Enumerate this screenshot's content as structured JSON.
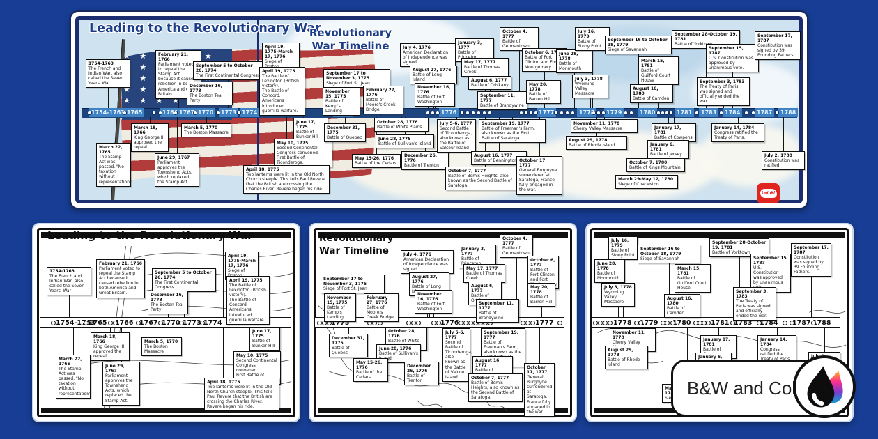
{
  "titles": {
    "pre": "Leading to the Revolutionary War",
    "war_line1": "Revolutionary",
    "war_line2": "War Timeline"
  },
  "badge": {
    "label": "B&W and Color"
  },
  "brand": {
    "name": "twinkl",
    "color": "#e0251f"
  },
  "icons": {
    "drop": "ink-drop-bw-and-cmyk"
  },
  "colors": {
    "background": "#173d94",
    "frame_navy": "#1b2d6e",
    "sky": "#cfe2ef",
    "bar_dark": "#1c447f",
    "bar_light": "#3f82c4",
    "flag_red": "#b23b3b",
    "flag_cream": "#f1ece2",
    "canton_blue": "#27457c",
    "logo_red": "#e0251f"
  },
  "years": {
    "pre": [
      "1754-1763",
      "1765",
      "1766",
      "1767",
      "1770",
      "1773",
      "1774"
    ],
    "war": [
      "1775",
      "1776",
      "1777",
      "1778",
      "1779",
      "1780",
      "1781",
      "1783",
      "1784",
      "1787",
      "1788"
    ]
  },
  "stars": "★ ★ ★ ★ ★ ★\n★ ★ ★ ★ ★\n★ ★ ★ ★ ★ ★\n★ ★ ★ ★ ★\n★ ★ ★ ★ ★ ★",
  "events": {
    "fi": {
      "d": "1754-1763",
      "t": "The French and Indian War, also called the Seven Years' War"
    },
    "stamp_repeal_vote": {
      "d": "February 21, 1766",
      "t": "Parliament voted to repeal the Stamp Act because it caused rebellion in both America and Great Britain."
    },
    "congress1": {
      "d": "September 5 to October 26, 1774",
      "t": "The First Continental Congress"
    },
    "tea_party": {
      "d": "December 16, 1773",
      "t": "The Boston Tea Party"
    },
    "stamp_passed": {
      "d": "March 22, 1765",
      "t": "The Stamp Act was passed. \"No taxation without representation\""
    },
    "repeal_approved": {
      "d": "March 18, 1766",
      "t": "King George III approved the repeal."
    },
    "townshend": {
      "d": "June 29, 1767",
      "t": "Parliament approves the Townshend Acts, which replaced the Stamp Act."
    },
    "massacre": {
      "d": "March 5, 1770",
      "t": "The Boston Massacre"
    },
    "siege_boston": {
      "d": "April 19, 1775-March 17, 1776",
      "t": "Siege of Boston"
    },
    "lexington": {
      "d": "April 19, 1775",
      "t": "The Battle of Lexington (British victory).\nThe Battle of Concord. Americans introduced guerrilla warfare."
    },
    "fort_st_jean": {
      "d": "September 17 to November 3, 1775",
      "t": "Siege of Fort St. Jean"
    },
    "kemps": {
      "d": "November 15, 1775",
      "t": "Battle of Kemp's Landing"
    },
    "moores_creek": {
      "d": "February 27, 1776",
      "t": "Battle of Moore's Creek Bridge"
    },
    "declaration": {
      "d": "July 4, 1776",
      "t": "American Declaration of Independence was signed."
    },
    "long_island": {
      "d": "August 27, 1776",
      "t": "Battle of Long Island"
    },
    "fort_washington": {
      "d": "November 16, 1776",
      "t": "Battle of Fort Washington"
    },
    "princeton": {
      "d": "January 3, 1777",
      "t": "Battle of Princeton"
    },
    "thomas_creek": {
      "d": "May 17, 1777",
      "t": "Battle of Thomas Creek"
    },
    "oriskany": {
      "d": "August 6, 1777",
      "t": "Battle of Oriskany"
    },
    "brandywine": {
      "d": "September 11, 1777",
      "t": "Battle of Brandywine"
    },
    "germantown": {
      "d": "October 4, 1777",
      "t": "Battle of Germantown"
    },
    "fort_clinton": {
      "d": "October 6, 1777",
      "t": "Battle of Fort Clinton and Fort Montgomery"
    },
    "barren_hill": {
      "d": "May 20, 1778",
      "t": "Battle of Barren Hill"
    },
    "monmouth": {
      "d": "June 28, 1778",
      "t": "Battle of Monmouth"
    },
    "wyoming": {
      "d": "July 3, 1778",
      "t": "Wyoming Valley Massacre"
    },
    "stony_point": {
      "d": "July 16, 1779",
      "t": "Battle of Stony Point"
    },
    "savannah": {
      "d": "September 16 to October 18, 1779",
      "t": "Siege of Savannah"
    },
    "guilford": {
      "d": "March 15, 1781",
      "t": "Battle of Guilford Court House"
    },
    "camden": {
      "d": "August 16, 1780",
      "t": "Battle of Camden"
    },
    "yorktown": {
      "d": "September 28-October 19, 1781",
      "t": "Battle of Yorktown"
    },
    "constitution_approved": {
      "d": "September 15, 1787",
      "t": "U.S. Constitution was approved by unanimous vote."
    },
    "treaty_paris": {
      "d": "September 3, 1783",
      "t": "The Treaty of Paris was signed and officially ended the war."
    },
    "constitution_signed": {
      "d": "September 17, 1787",
      "t": "Constitution was signed by 39 Founding Fathers."
    },
    "bunker_hill": {
      "d": "June 17, 1775",
      "t": "Battle of Bunker Hill"
    },
    "second_congress": {
      "d": "May 10, 1775",
      "t": "Second Continental Congress convened.\nFirst Battle of Ticonderoga."
    },
    "revere": {
      "d": "April 18, 1775",
      "t": "Two lanterns were lit in the Old North Church steeple. This tells Paul Revere that the British are crossing the Charles River. Revere began his ride."
    },
    "quebec": {
      "d": "December 31, 1775",
      "t": "Battle of Quebec"
    },
    "white_plains": {
      "d": "October 28, 1776",
      "t": "Battle of White Plains"
    },
    "sullivans": {
      "d": "June 28, 1776",
      "t": "Battle of Sullivan's Island"
    },
    "cedars": {
      "d": "May 15-26, 1776",
      "t": "Battle of the Cedars"
    },
    "trenton": {
      "d": "December 26, 1776",
      "t": "Battle of Trenton"
    },
    "ticonderoga2": {
      "d": "July 5-6, 1777",
      "t": "Second Battle of Ticonderoga, also known as the Battle of Valcour Island"
    },
    "freemans": {
      "d": "September 19, 1777",
      "t": "Battle of Freeman's Farm, also known as the First Battle of Saratoga"
    },
    "bennington": {
      "d": "August 16, 1777",
      "t": "Battle of Bennington"
    },
    "bemis": {
      "d": "October 7, 1777",
      "t": "Battle of Bemis Heights, also known as the Second Battle of Saratoga."
    },
    "burgoyne": {
      "d": "October 17, 1777",
      "t": "General Burgoyne surrendered at Saratoga, France fully engaged in the war."
    },
    "cherry_valley": {
      "d": "November 11, 1778",
      "t": "Cherry Valley Massacre"
    },
    "rhode_island": {
      "d": "August 29, 1778",
      "t": "Battle of Rhode Island"
    },
    "cowpens": {
      "d": "January 17, 1781",
      "t": "Battle of Cowpens"
    },
    "jersey": {
      "d": "January 6, 1781",
      "t": "Battle of Jersey"
    },
    "kings_mountain": {
      "d": "October 7, 1780",
      "t": "Battle of Kings Mountain."
    },
    "charleston": {
      "d": "March 29-May 12, 1780",
      "t": "Siege of Charleston"
    },
    "treaty_ratified": {
      "d": "January 14, 1784",
      "t": "Congress ratified the Treaty of Paris."
    },
    "constitution_ratified": {
      "d": "July 2, 1788",
      "t": "Constitution was ratified."
    }
  }
}
